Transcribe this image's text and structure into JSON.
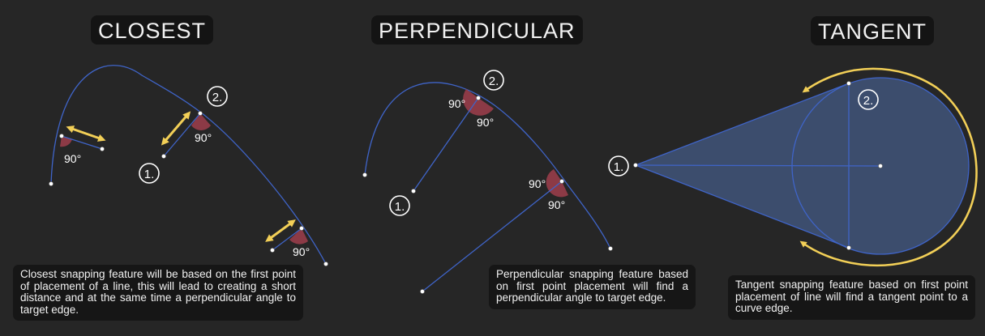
{
  "panels": {
    "closest": {
      "title": "CLOSEST",
      "caption": "Closest snapping feature will be based on the first point of placement of a line, this will lead to creating a short distance and at the same time a perpendicular angle to target edge.",
      "markers": {
        "first": "1.",
        "second": "2."
      },
      "angle_labels": [
        "90°",
        "90°",
        "90°"
      ]
    },
    "perpendicular": {
      "title": "PERPENDICULAR",
      "caption": "Perpendicular snapping feature based on first point placement will find a perpendicular angle to target edge.",
      "markers": {
        "first": "1.",
        "second": "2."
      },
      "angle_labels": [
        "90°",
        "90°",
        "90°",
        "90°"
      ]
    },
    "tangent": {
      "title": "TANGENT",
      "caption": "Tangent snapping feature based on first point placement of line will find a tangent point to a curve edge.",
      "markers": {
        "first": "1.",
        "second": "2."
      }
    }
  },
  "colors": {
    "background": "#262626",
    "label_box": "#141414",
    "curve": "#3f64c8",
    "arrow": "#f2cf57",
    "angle_wedge": "#8c3a46",
    "tangent_fill": "#3c4d6d",
    "text": "#ffffff"
  }
}
